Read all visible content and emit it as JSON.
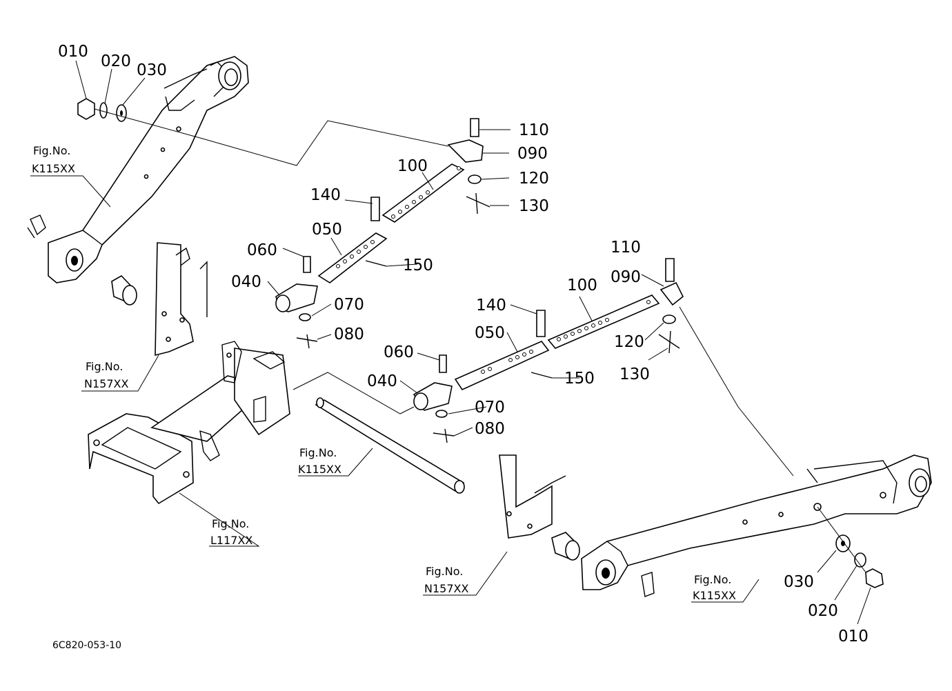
{
  "diagram_code": "6C820-053-10",
  "callouts": {
    "left_010": "010",
    "left_020": "020",
    "left_030": "030",
    "upper_110": "110",
    "upper_090": "090",
    "upper_100": "100",
    "upper_120": "120",
    "upper_130": "130",
    "upper_140": "140",
    "upper_050": "050",
    "upper_060": "060",
    "upper_150": "150",
    "upper_040": "040",
    "upper_070": "070",
    "upper_080": "080",
    "lower_110": "110",
    "lower_090": "090",
    "lower_100": "100",
    "lower_140": "140",
    "lower_050": "050",
    "lower_120": "120",
    "lower_130": "130",
    "lower_060": "060",
    "lower_150": "150",
    "lower_040": "040",
    "lower_070": "070",
    "lower_080": "080",
    "right_030": "030",
    "right_020": "020",
    "right_010": "010"
  },
  "figure_refs": {
    "upper_left_arm": {
      "label": "Fig.No.",
      "code": "K115XX"
    },
    "left_bracket": {
      "label": "Fig.No.",
      "code": "N157XX"
    },
    "center_pin": {
      "label": "Fig.No.",
      "code": "K115XX"
    },
    "drawbar_frame": {
      "label": "Fig.No.",
      "code": "L117XX"
    },
    "lower_bracket": {
      "label": "Fig.No.",
      "code": "N157XX"
    },
    "right_arm": {
      "label": "Fig.No.",
      "code": "K115XX"
    }
  }
}
